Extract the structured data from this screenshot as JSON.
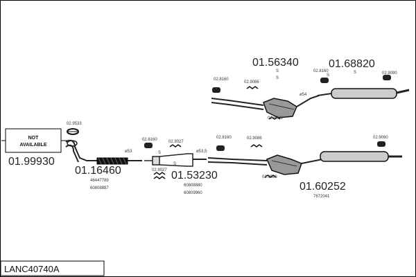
{
  "diagram": {
    "code": "LANC40740A",
    "not_available": {
      "line1": "NOT",
      "line2": "AVAILABLE"
    },
    "parts": {
      "p1": "01.99930",
      "p2": "01.16460",
      "p3": "01.53230",
      "p4": "01.56340",
      "p5": "01.68820",
      "p6": "01.60252"
    },
    "refs": {
      "r1": "46447789",
      "r2": "60808887",
      "r3": "60808880",
      "r4": "60809960",
      "r5": "7672041"
    },
    "hardware": {
      "h1": "02.9533",
      "h2": "02.8160",
      "h3": "02.9027",
      "h4": "02.9027",
      "h5": "02.8160",
      "h6": "02.9086",
      "h7": "02.9086",
      "h8": "02.9090",
      "h9": "02.8160",
      "h10": "02.9086",
      "h11": "02.9086",
      "h12": "02.8160",
      "h13": "02.9090"
    },
    "diameters": {
      "d1": "ø53",
      "d2": "ø53,5",
      "d3": "ø54"
    },
    "symbols": {
      "s1": "S",
      "s2": "S",
      "s3": "S",
      "s4": "S",
      "s5": "S",
      "s6": "S"
    }
  }
}
